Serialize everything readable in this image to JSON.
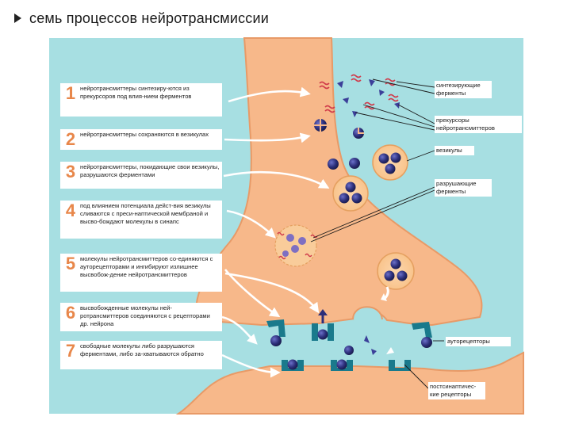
{
  "title": "семь процессов нейротрансмиссии",
  "colors": {
    "background": "#a7dfe2",
    "neuron": "#f7b88a",
    "neuron_edge": "#e89a67",
    "vesicle": "#f9cc9a",
    "molecule": "#2c2f7a",
    "receptor": "#1a7a8c",
    "number": "#e8874a",
    "enzyme_red": "#d03a4a"
  },
  "steps": [
    {
      "num": "1",
      "text": "нейротрансмиттеры синтезиру-ются из прекурсоров под влия-нием ферментов"
    },
    {
      "num": "2",
      "text": "нейротрансмиттеры сохраняются в везикулах"
    },
    {
      "num": "3",
      "text": "нейротрансмиттеры, покидающие свои везикулы, разрушаются ферментами"
    },
    {
      "num": "4",
      "text": "под влиянием потенциала дейст-вия везикулы сливаются с преси-наптической мембраной и высво-бождают молекулы в синапс"
    },
    {
      "num": "5",
      "text": "молекулы нейротрансмиттеров со-единяются с ауторецепторами и ингибируют излишнее высвобож-дение нейротрансмиттеров"
    },
    {
      "num": "6",
      "text": "высвобожденные молекулы ней-ротрансмиттеров соединяются с рецепторами др. нейрона"
    },
    {
      "num": "7",
      "text": "свободные молекулы либо разрушаются ферментами, либо за-хватываются обратно"
    }
  ],
  "labels": {
    "synth_enzymes": "синтезирующие ферменты",
    "precursors": "прекурсоры нейротрансмиттеров",
    "vesicles": "везикулы",
    "destroying_enzymes": "разрушающие ферменты",
    "autoreceptors": "ауторецепторы",
    "postsynaptic": "постсинаптичес-кие рецепторы"
  }
}
